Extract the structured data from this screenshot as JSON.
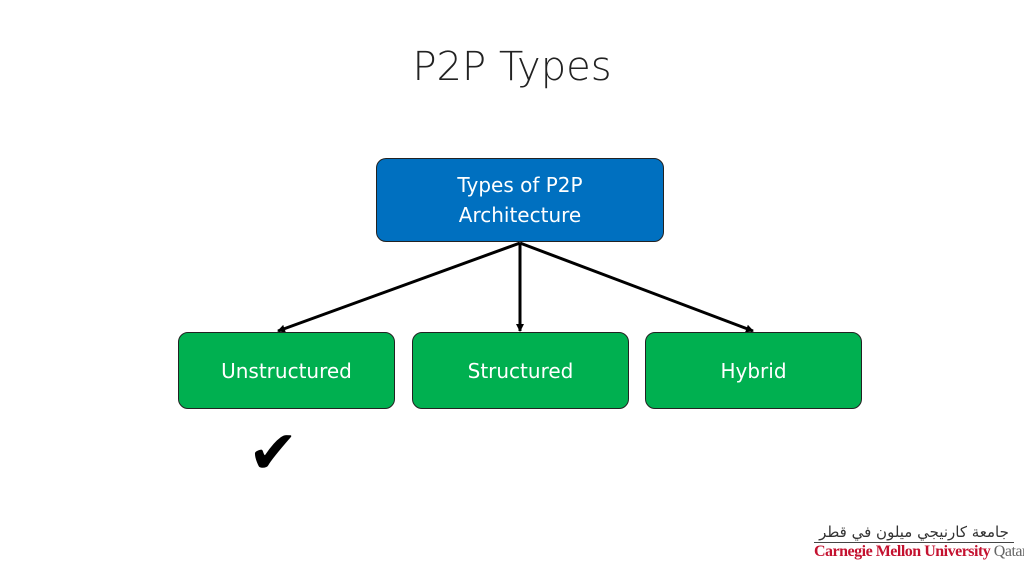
{
  "title": "P2P Types",
  "diagram": {
    "root": {
      "line1": "Types of P2P",
      "line2": "Architecture",
      "color": "#0070c0"
    },
    "children": [
      {
        "label": "Unstructured",
        "color": "#00b050",
        "checked": true
      },
      {
        "label": "Structured",
        "color": "#00b050"
      },
      {
        "label": "Hybrid",
        "color": "#00b050"
      }
    ],
    "check_icon": "check-mark-icon"
  },
  "logo": {
    "arabic": "جامعة كارنيجي ميلون في قطر",
    "name": "Carnegie Mellon University",
    "suffix": "Qatar"
  }
}
